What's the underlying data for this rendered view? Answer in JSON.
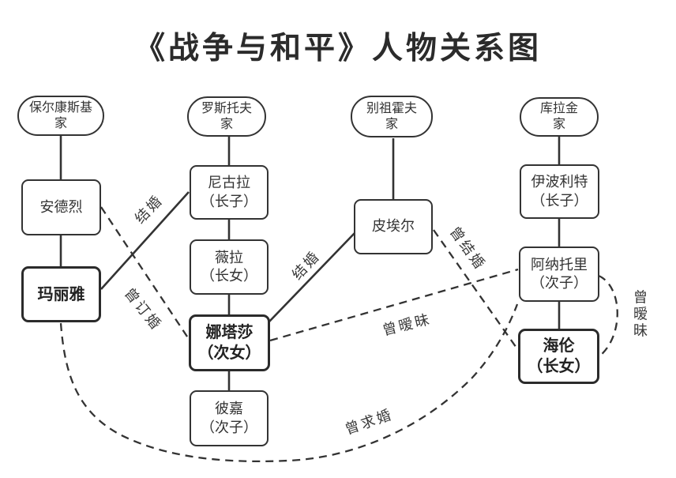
{
  "title": "《战争与和平》人物关系图",
  "families": {
    "bolkonsky": {
      "line1": "保尔康斯基",
      "line2": "家"
    },
    "rostov": {
      "line1": "罗斯托夫",
      "line2": "家"
    },
    "bezukhov": {
      "line1": "别祖霍夫",
      "line2": "家"
    },
    "kuragin": {
      "line1": "库拉金",
      "line2": "家"
    }
  },
  "characters": {
    "andrei": {
      "name": "安德烈",
      "role": ""
    },
    "marya": {
      "name": "玛丽雅",
      "role": "",
      "emphasis": true
    },
    "nikolai": {
      "name": "尼古拉",
      "role": "（长子）"
    },
    "vera": {
      "name": "薇拉",
      "role": "（长女）"
    },
    "natasha": {
      "name": "娜塔莎",
      "role": "（次女）",
      "emphasis": true
    },
    "petya": {
      "name": "彼嘉",
      "role": "（次子）"
    },
    "pierre": {
      "name": "皮埃尔",
      "role": ""
    },
    "ippolit": {
      "name": "伊波利特",
      "role": "（长子）"
    },
    "anatole": {
      "name": "阿纳托里",
      "role": "（次子）"
    },
    "helene": {
      "name": "海伦",
      "role": "（长女）",
      "emphasis": true
    }
  },
  "relationships": {
    "marya_nikolai": {
      "from": "玛丽雅",
      "to": "尼古拉",
      "label": "结婚",
      "line": "solid"
    },
    "andrei_natasha": {
      "from": "安德烈",
      "to": "娜塔莎",
      "label": "曾订婚",
      "line": "dashed"
    },
    "natasha_pierre": {
      "from": "娜塔莎",
      "to": "皮埃尔",
      "label": "结婚",
      "line": "solid"
    },
    "pierre_helene": {
      "from": "皮埃尔",
      "to": "海伦",
      "label": "曾结婚",
      "line": "dashed"
    },
    "natasha_anatole": {
      "from": "娜塔莎",
      "to": "阿纳托里",
      "label": "曾暧昧",
      "line": "dashed"
    },
    "anatole_helene": {
      "from": "阿纳托里",
      "to": "海伦",
      "label": "曾暧昧",
      "line": "dashed"
    },
    "marya_anatole": {
      "from": "玛丽雅",
      "to": "阿纳托里",
      "label": "曾求婚",
      "line": "dashed"
    }
  },
  "colors": {
    "line": "#333333",
    "text": "#2e2e2e",
    "background": "#ffffff"
  }
}
